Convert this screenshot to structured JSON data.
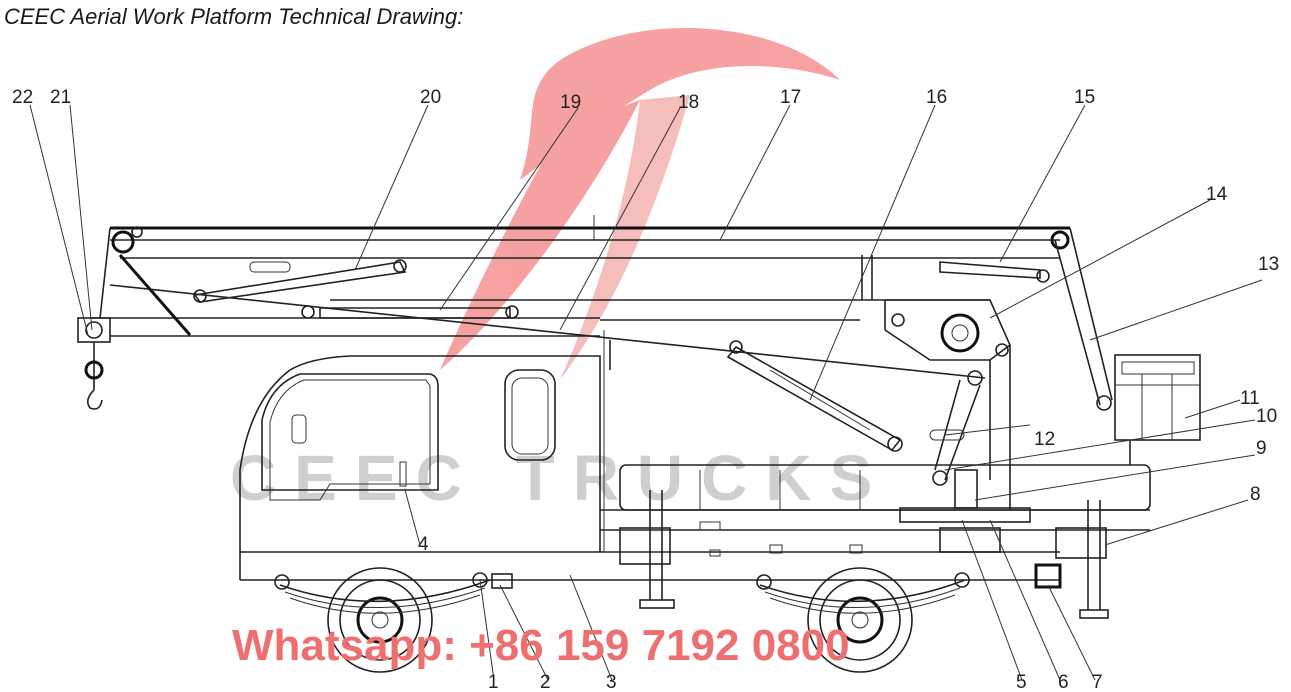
{
  "title": "CEEC Aerial Work Platform Technical Drawing:",
  "watermark": {
    "brand": "CEEC TRUCKS",
    "contact": "Whatsapp: +86 159 7192 0800",
    "logo_color": "#ee5555"
  },
  "callouts": [
    "1",
    "2",
    "3",
    "4",
    "5",
    "6",
    "7",
    "8",
    "9",
    "10",
    "11",
    "12",
    "13",
    "14",
    "15",
    "16",
    "17",
    "18",
    "19",
    "20",
    "21",
    "22"
  ]
}
